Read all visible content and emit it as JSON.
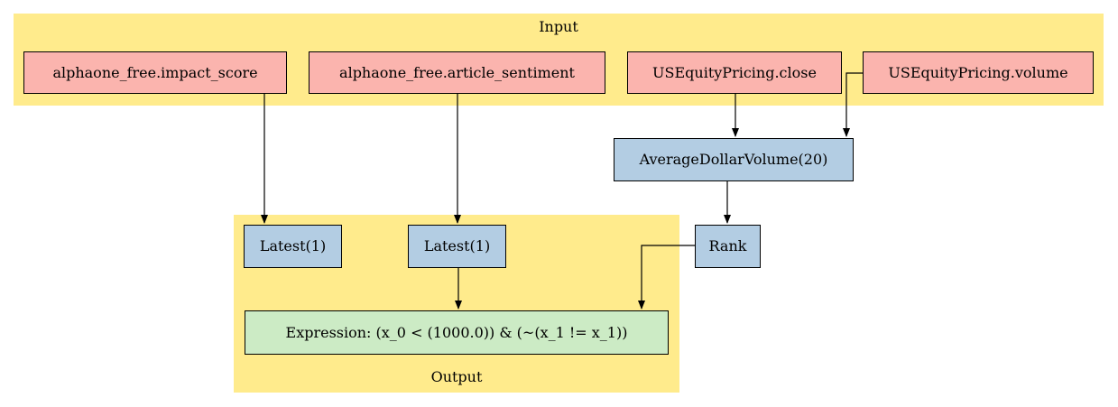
{
  "clusters": {
    "input": {
      "label": "Input"
    },
    "output": {
      "label": "Output"
    }
  },
  "nodes": {
    "impact_score": {
      "label": "alphaone_free.impact_score"
    },
    "article_sentiment": {
      "label": "alphaone_free.article_sentiment"
    },
    "close": {
      "label": "USEquityPricing.close"
    },
    "volume": {
      "label": "USEquityPricing.volume"
    },
    "avg_dollar_volume": {
      "label": "AverageDollarVolume(20)"
    },
    "latest_1": {
      "label": "Latest(1)"
    },
    "latest_2": {
      "label": "Latest(1)"
    },
    "rank": {
      "label": "Rank"
    },
    "expression": {
      "label": "Expression: (x_0 < (1000.0)) & (~(x_1 != x_1))"
    }
  },
  "colors": {
    "cluster_fill": "#ffeb8c",
    "input_node_fill": "#fbb4ae",
    "term_node_fill": "#b3cde3",
    "expression_node_fill": "#ccebc5",
    "edge_color": "#000000"
  }
}
